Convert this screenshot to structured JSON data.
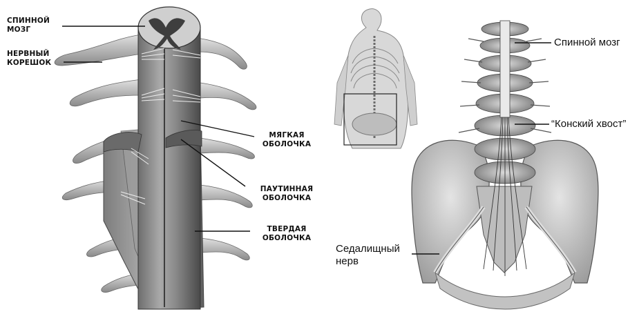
{
  "left_figure": {
    "labels": {
      "spinal_cord": [
        "СПИННОЙ",
        "МОЗГ"
      ],
      "nerve_root": [
        "НЕРВНЫЙ",
        "КОРЕШОК"
      ],
      "pia_mater": [
        "МЯГКАЯ",
        "ОБОЛОЧКА"
      ],
      "arachnoid": [
        "ПАУТИННАЯ",
        "ОБОЛОЧКА"
      ],
      "dura_mater": [
        "ТВЕРДАЯ",
        "ОБОЛОЧКА"
      ]
    }
  },
  "right_figure": {
    "labels": {
      "spinal_cord": "Спинной мозг",
      "cauda_equina": "“Конский хвост”",
      "sciatic_nerve": [
        "Седалищный",
        "нерв"
      ]
    }
  },
  "colors": {
    "ink": "#111111",
    "tissue_dark": "#5a5a5a",
    "tissue_mid": "#9a9a9a",
    "tissue_light": "#d2d2d2",
    "bone": "#c8c8c8"
  }
}
